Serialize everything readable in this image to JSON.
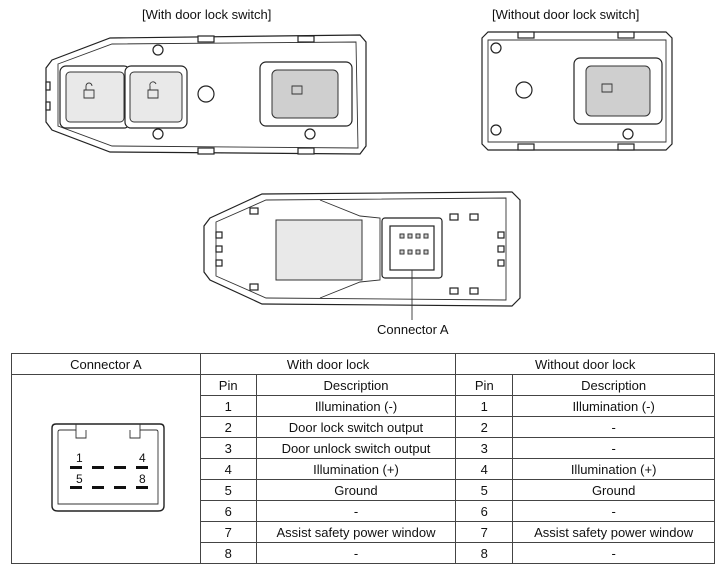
{
  "captions": {
    "with_switch": "[With door lock switch]",
    "without_switch": "[Without door lock switch]",
    "connector_label": "Connector A"
  },
  "table": {
    "connector_header": "Connector A",
    "with_header": "With door lock",
    "without_header": "Without door lock",
    "pin_header": "Pin",
    "desc_header": "Description",
    "rows": [
      {
        "pin_with": "1",
        "desc_with": "Illumination (-)",
        "pin_without": "1",
        "desc_without": "Illumination (-)"
      },
      {
        "pin_with": "2",
        "desc_with": "Door lock switch output",
        "pin_without": "2",
        "desc_without": "-"
      },
      {
        "pin_with": "3",
        "desc_with": "Door unlock switch output",
        "pin_without": "3",
        "desc_without": "-"
      },
      {
        "pin_with": "4",
        "desc_with": "Illumination (+)",
        "pin_without": "4",
        "desc_without": "Illumination (+)"
      },
      {
        "pin_with": "5",
        "desc_with": "Ground",
        "pin_without": "5",
        "desc_without": "Ground"
      },
      {
        "pin_with": "6",
        "desc_with": "-",
        "pin_without": "6",
        "desc_without": "-"
      },
      {
        "pin_with": "7",
        "desc_with": "Assist safety power window",
        "pin_without": "7",
        "desc_without": "Assist safety power window"
      },
      {
        "pin_with": "8",
        "desc_with": "-",
        "pin_without": "8",
        "desc_without": "-"
      }
    ],
    "connector_pin_labels": {
      "top_left": "1",
      "top_right": "4",
      "bottom_left": "5",
      "bottom_right": "8"
    }
  }
}
